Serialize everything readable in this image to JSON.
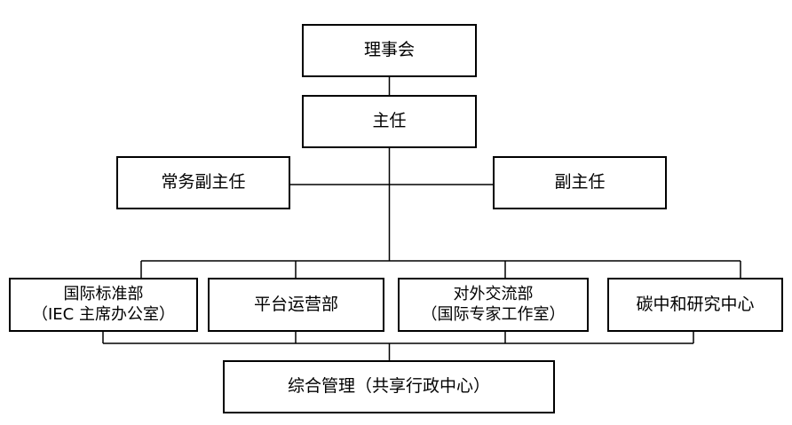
{
  "org_chart": {
    "council": "理事会",
    "director": "主任",
    "executive_deputy": "常务副主任",
    "deputy": "副主任",
    "departments": [
      {
        "line1": "国际标准部",
        "line2": "（IEC 主席办公室）"
      },
      {
        "line1": "平台运营部",
        "line2": ""
      },
      {
        "line1": "对外交流部",
        "line2": "（国际专家工作室）"
      },
      {
        "line1": "碳中和研究中心",
        "line2": ""
      }
    ],
    "admin_center": "综合管理（共享行政中心）"
  }
}
